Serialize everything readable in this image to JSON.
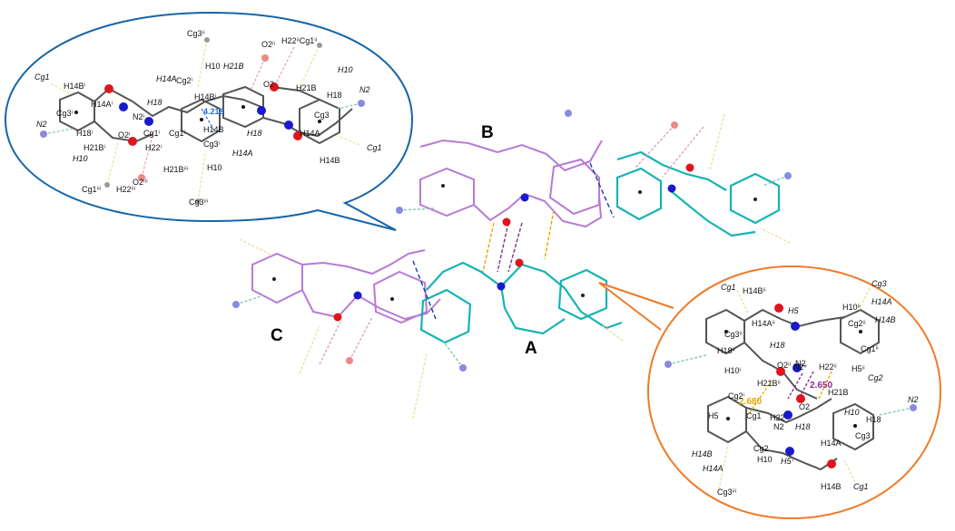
{
  "molecule_labels": {
    "A": "A",
    "B": "B",
    "C": "C"
  },
  "left_bubble": {
    "distance": "4.218",
    "labels": [
      "Cg3ⁱⁱ",
      "O2ⁱⁱ",
      "H22ⁱⁱCg1ⁱⁱ",
      "Cg1",
      "H14Bⁱ",
      "H14A",
      "Cg2ⁱ",
      "H10",
      "H21B",
      "H10",
      "N2",
      "H14Aⁱ",
      "H18",
      "O2",
      "H21B",
      "H18",
      "Cg3ⁱ",
      "N2ⁱ",
      "H14Bⁱ",
      "Cg1ⁱ",
      "Cg3",
      "N2",
      "H18ⁱ",
      "O2ⁱ",
      "H22ⁱ",
      "Cg1ⁱ",
      "H14B",
      "H18",
      "H14A",
      "H21Bⁱ",
      "H10",
      "Cg3ⁱ",
      "H14A",
      "H14B",
      "Cg1",
      "H21Bⁱⁱⁱ",
      "O2ⁱⁱⁱ",
      "H10",
      "Cg1ⁱⁱⁱ",
      "H22ⁱⁱⁱ",
      "Cg3ⁱⁱⁱ"
    ]
  },
  "right_bubble": {
    "distances": [
      "2.650",
      "2.680"
    ],
    "labels": [
      "Cg1",
      "H14Bⁱⁱ",
      "Cg3",
      "H5",
      "H10ⁱⁱ",
      "H14A",
      "H14Aⁱⁱ",
      "Cg2ⁱⁱ",
      "H14B",
      "Cg3ⁱⁱ",
      "H18",
      "Cg1ⁱⁱ",
      "H18ⁱⁱ",
      "N2",
      "O2ⁱⁱ",
      "N2ⁱⁱ",
      "H22ⁱⁱ",
      "H5ⁱⁱ",
      "H10ⁱ",
      "Cg2",
      "H21Bⁱⁱ",
      "H21B",
      "Cg2ⁱ",
      "N2",
      "O2",
      "H5",
      "H10",
      "H22",
      "Cg1",
      "N2",
      "H18",
      "H18",
      "Cg3",
      "H14A",
      "Cg2",
      "H14B",
      "H10",
      "H14A",
      "H5ⁱ",
      "H14B",
      "Cg1",
      "Cg3ⁱⁱⁱ"
    ]
  },
  "colors": {
    "bubble_left": "#1565a8",
    "bubble_right": "#f07a28",
    "mol_A": "#17b3b3",
    "mol_B": "#b77ad6",
    "oxygen": "#e0141c",
    "nitrogen": "#1a1acc"
  }
}
